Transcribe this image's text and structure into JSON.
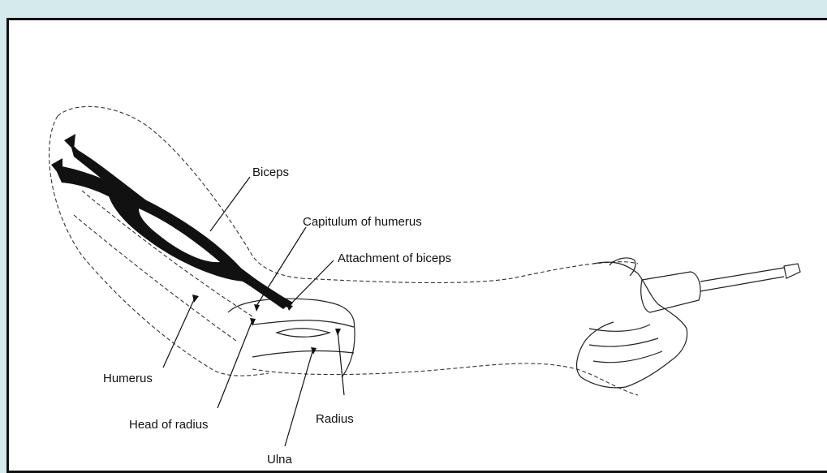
{
  "diagram": {
    "labels": {
      "biceps": "Biceps",
      "capitulum": "Capitulum of humerus",
      "attachment": "Attachment of biceps",
      "humerus": "Humerus",
      "head_radius": "Head of radius",
      "radius": "Radius",
      "ulna": "Ulna"
    }
  }
}
